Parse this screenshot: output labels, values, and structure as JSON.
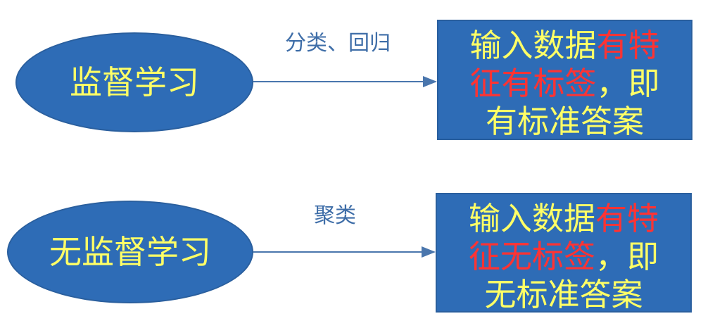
{
  "diagram": {
    "nodes": {
      "supervised": {
        "label": "监督学习"
      },
      "unsupervised": {
        "label": "无监督学习"
      },
      "supervised_desc": {
        "line1_a": "输入数据",
        "line1_b": "有特",
        "line2_a": "征有标签",
        "line2_b": "，即",
        "line3": "有标准答案"
      },
      "unsupervised_desc": {
        "line1_a": "输入数据",
        "line1_b": "有特",
        "line2_a": "征无标签",
        "line2_b": "，即",
        "line3": "无标准答案"
      }
    },
    "edges": {
      "supervised_label": "分类、回归",
      "unsupervised_label": "聚类"
    },
    "colors": {
      "node_fill": "#2e6cb6",
      "node_text": "#ffff66",
      "highlight_text": "#ff3333",
      "edge_label": "#3f6ea8",
      "arrow": "#4a76ad"
    }
  }
}
